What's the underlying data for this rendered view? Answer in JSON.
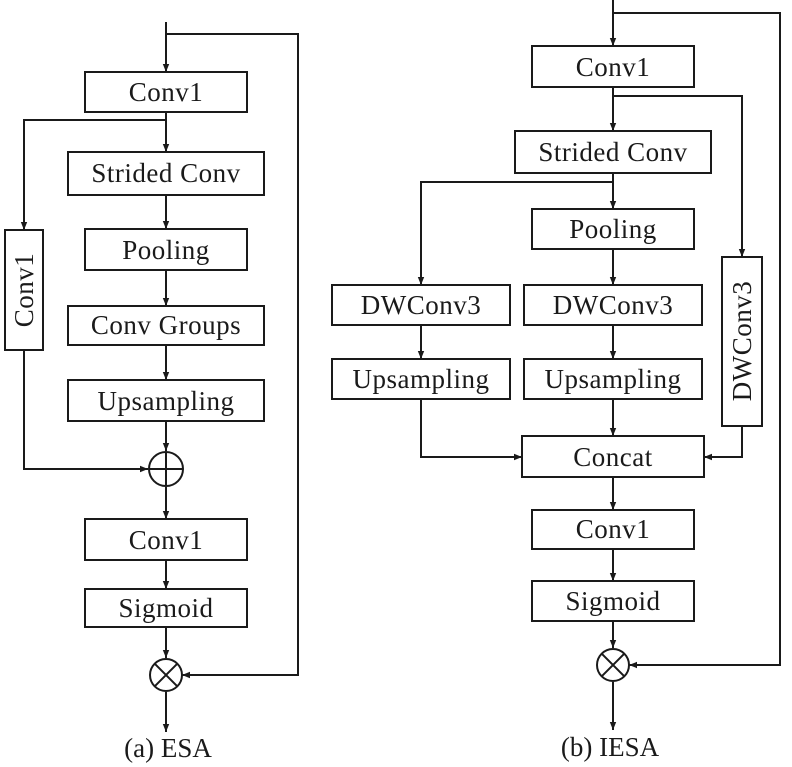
{
  "esa": {
    "caption": "(a) ESA",
    "blocks": {
      "conv1_top": "Conv1",
      "strided_conv": "Strided Conv",
      "pooling": "Pooling",
      "conv_groups": "Conv Groups",
      "upsampling": "Upsampling",
      "conv1_side": "Conv1",
      "conv1_bottom": "Conv1",
      "sigmoid": "Sigmoid"
    }
  },
  "iesa": {
    "caption": "(b) IESA",
    "blocks": {
      "conv1_top": "Conv1",
      "strided_conv": "Strided Conv",
      "pooling": "Pooling",
      "dwconv3_left": "DWConv3",
      "dwconv3_mid": "DWConv3",
      "dwconv3_right": "DWConv3",
      "upsampling_left": "Upsampling",
      "upsampling_mid": "Upsampling",
      "concat": "Concat",
      "conv1_bottom": "Conv1",
      "sigmoid": "Sigmoid"
    }
  }
}
